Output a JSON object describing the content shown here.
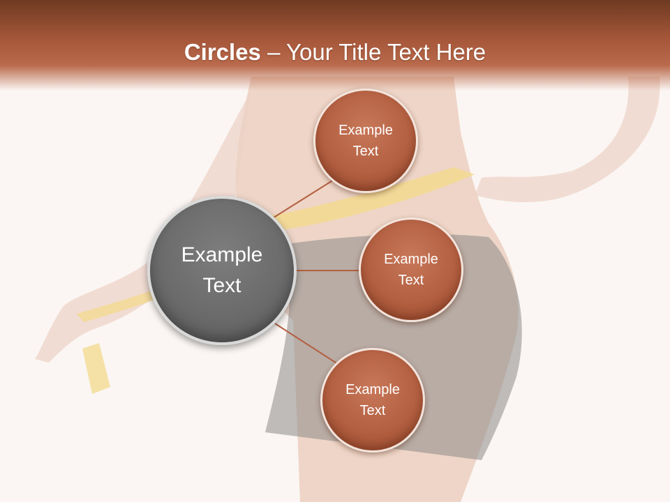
{
  "slide": {
    "title_bold": "Circles",
    "title_rest": " – Your Title Text Here"
  },
  "circles": {
    "center": "Example\nText",
    "top": "Example\nText",
    "middle": "Example\nText",
    "bottom": "Example\nText"
  },
  "colors": {
    "title_bar": "#a8583a",
    "accent_circle": "#b35f41",
    "center_circle": "#6b6b6b",
    "connector": "#b35f41"
  }
}
